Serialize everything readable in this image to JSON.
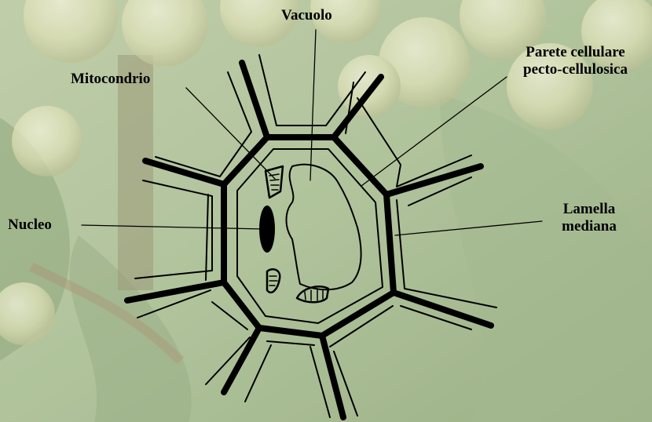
{
  "labels": {
    "vacuolo": "Vacuolo",
    "mitocondrio": "Mitocondrio",
    "parete_line1": "Parete cellulare",
    "parete_line2": "pecto-cellulosica",
    "nucleo": "Nucleo",
    "lamella_line1": "Lamella",
    "lamella_line2": "mediana"
  },
  "colors": {
    "line": "#000000",
    "background": "#9fb489"
  }
}
